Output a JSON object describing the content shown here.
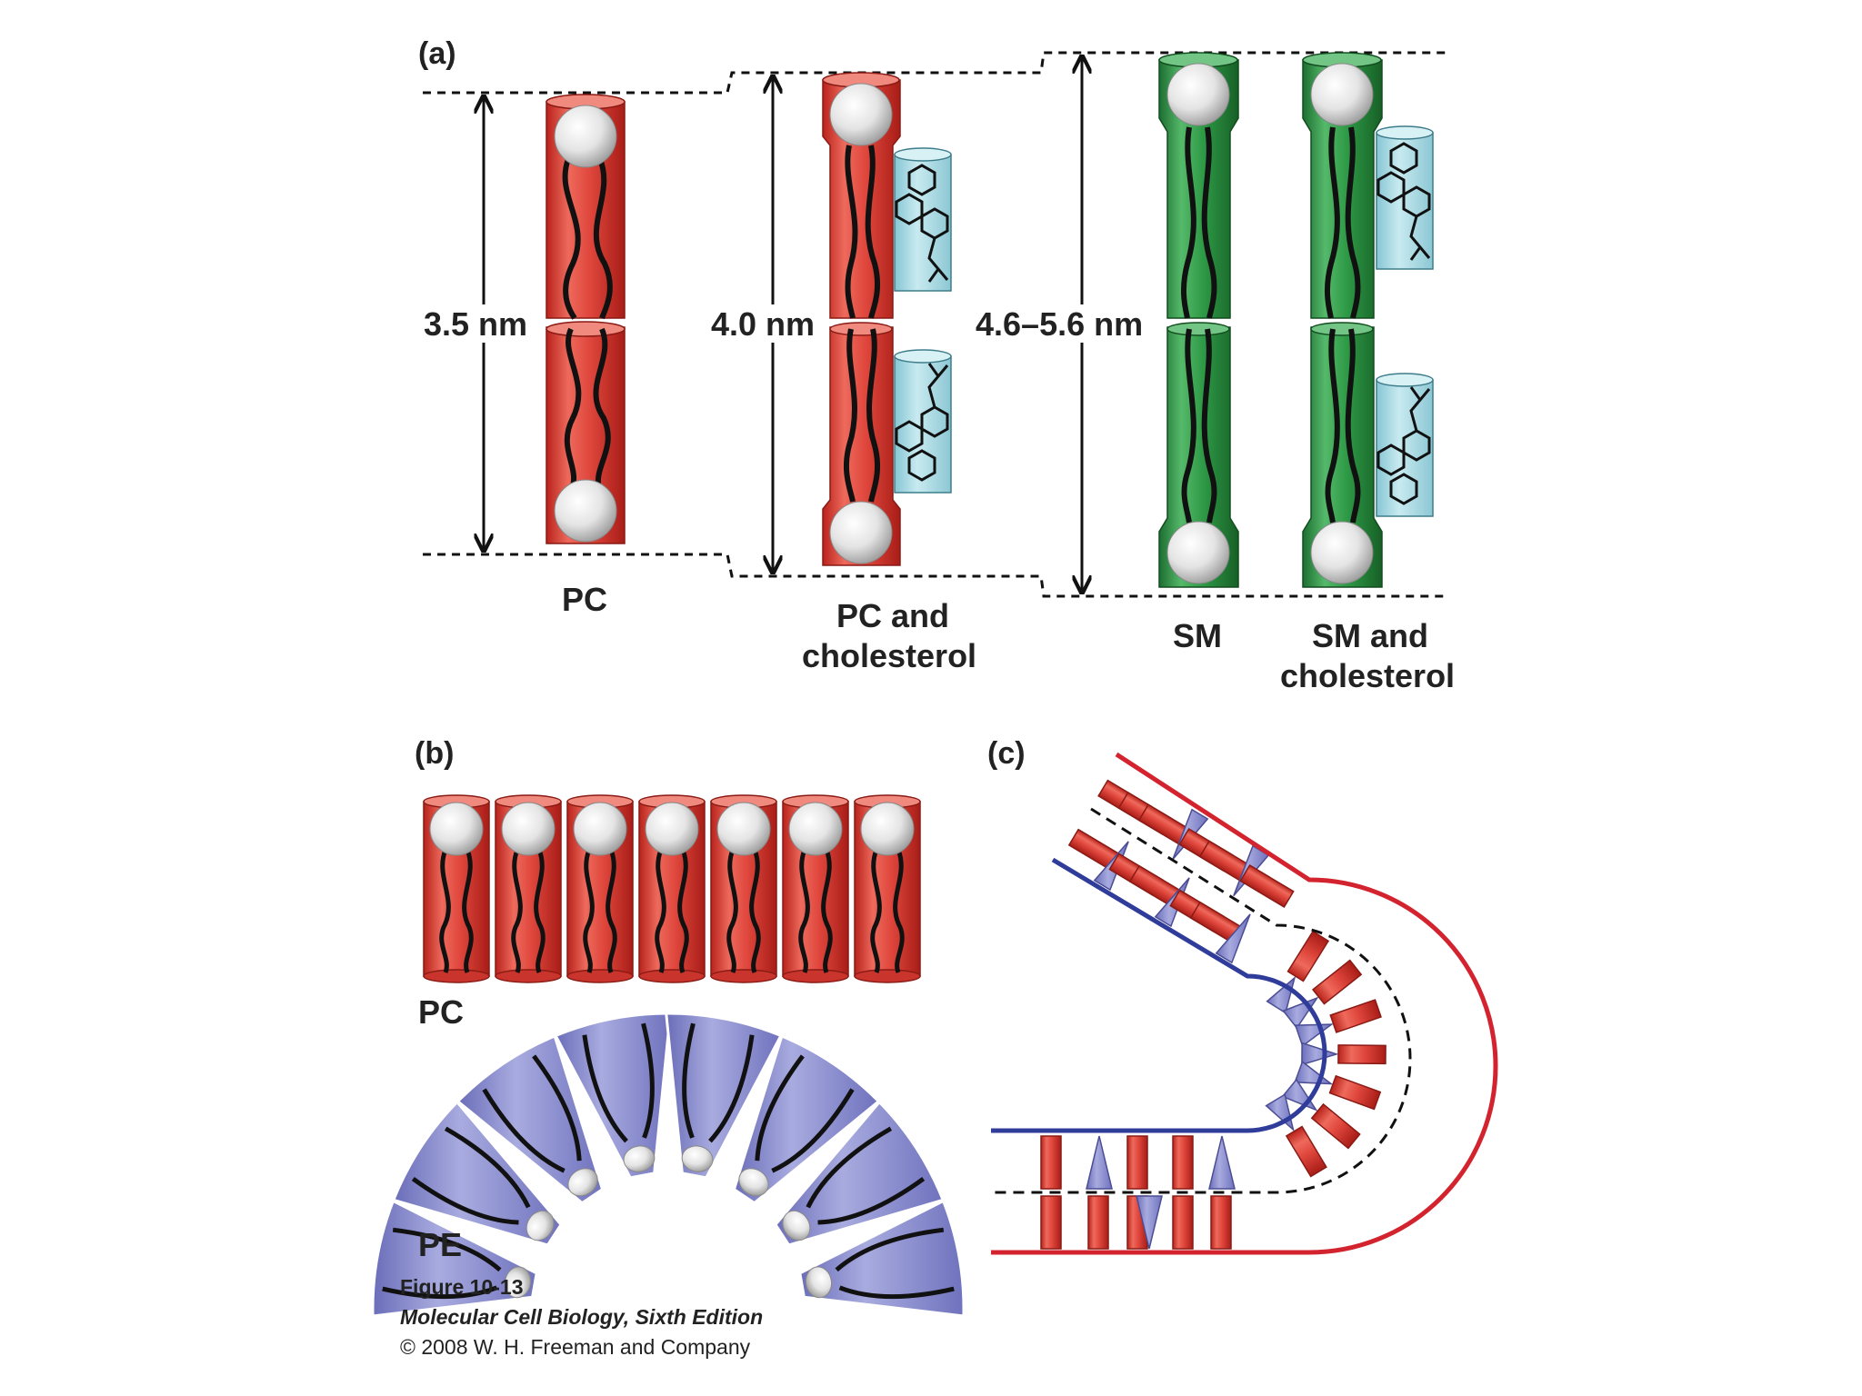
{
  "panels": {
    "a": "(a)",
    "b": "(b)",
    "c": "(c)"
  },
  "measurements": {
    "pc": "3.5 nm",
    "pc_cholesterol": "4.0 nm",
    "sm": "4.6–5.6 nm"
  },
  "labels_a": {
    "pc": "PC",
    "pc_chol_1": "PC and",
    "pc_chol_2": "cholesterol",
    "sm": "SM",
    "sm_chol_1": "SM and",
    "sm_chol_2": "cholesterol"
  },
  "labels_b": {
    "pc": "PC",
    "pe": "PE"
  },
  "caption": {
    "figure": "Figure 10-13",
    "book": "Molecular Cell Biology, Sixth Edition",
    "copyright": "© 2008 W. H. Freeman and Company"
  },
  "colors": {
    "pc": "#e0473d",
    "sm": "#2e9a46",
    "cholesterol": "#a9dbe4",
    "pe": "#8c8fcf",
    "outer_leaflet": "#d3232e",
    "inner_leaflet": "#2f3c9a"
  }
}
